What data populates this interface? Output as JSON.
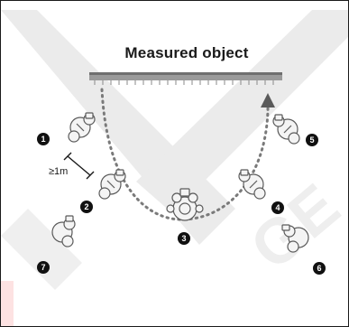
{
  "diagram": {
    "title": "Measured object",
    "distance_label": "≥1m",
    "positions": [
      {
        "id": "1",
        "label": "1"
      },
      {
        "id": "2",
        "label": "2"
      },
      {
        "id": "3",
        "label": "3"
      },
      {
        "id": "4",
        "label": "4"
      },
      {
        "id": "5",
        "label": "5"
      },
      {
        "id": "6",
        "label": "6"
      },
      {
        "id": "7",
        "label": "7"
      }
    ],
    "colors": {
      "watermark": "#e8e8e8",
      "watermark_pink": "#fde2e2",
      "ruler": "#8a8a8a",
      "path": "#7a7a7a",
      "badge": "#111111"
    }
  }
}
